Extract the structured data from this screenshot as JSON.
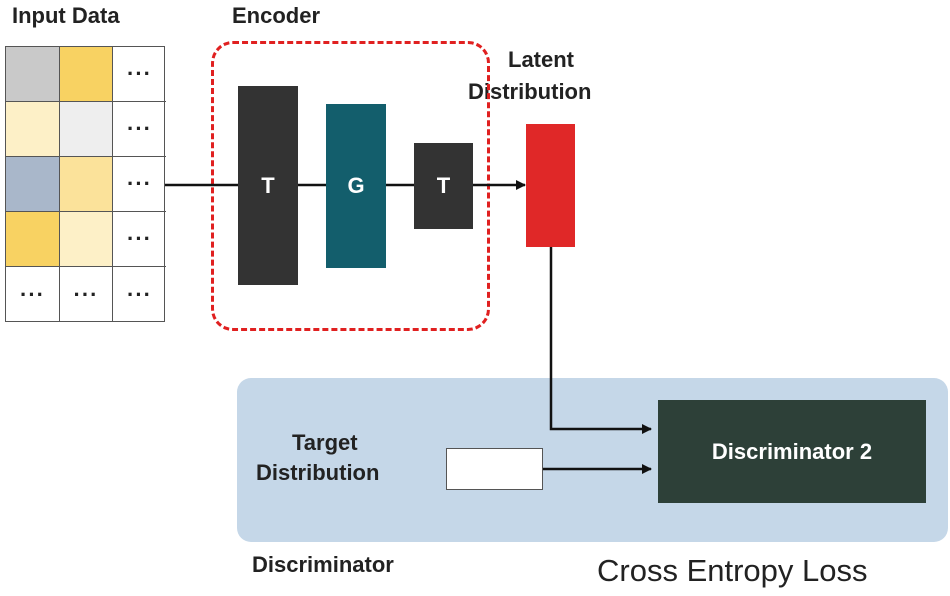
{
  "labels": {
    "input_data": "Input Data",
    "encoder": "Encoder",
    "latent_line1": "Latent",
    "latent_line2": "Distribution",
    "target_line1": "Target",
    "target_line2": "Distribution",
    "discriminator_group": "Discriminator",
    "loss": "Cross Entropy Loss"
  },
  "blocks": {
    "encoder_t1": "T",
    "encoder_g": "G",
    "encoder_t2": "T",
    "discriminator2": "Discriminator 2"
  },
  "input_grid": {
    "ellipsis": "···",
    "cells": [
      [
        "#c9c9c9",
        "#f8d262",
        "..."
      ],
      [
        "#fdf0c7",
        "#eeeeee",
        "..."
      ],
      [
        "#a9b7ca",
        "#fbe29a",
        "..."
      ],
      [
        "#f8d262",
        "#fdf0c7",
        "..."
      ],
      [
        "...",
        "...",
        "..."
      ]
    ]
  },
  "colors": {
    "block_dark": "#333333",
    "block_teal": "#135e6c",
    "latent_red": "#e02828",
    "discriminator_bg": "#2d4038",
    "panel_bg": "#c5d7e8",
    "encoder_border": "#e02020"
  }
}
